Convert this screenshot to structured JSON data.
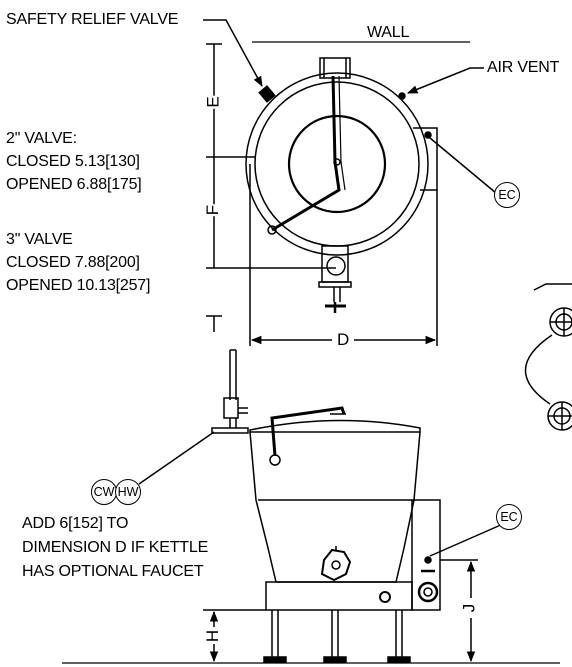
{
  "labels": {
    "safety_relief_valve": "SAFETY RELIEF VALVE",
    "wall": "WALL",
    "air_vent": "AIR VENT",
    "valve2_title": "2\" VALVE:",
    "valve2_closed": "CLOSED 5.13[130]",
    "valve2_opened": "OPENED 6.88[175]",
    "valve3_title": "3\" VALVE",
    "valve3_closed": "CLOSED 7.88[200]",
    "valve3_opened": "OPENED 10.13[257]",
    "faucet_note_1": "ADD 6[152] TO",
    "faucet_note_2": "DIMENSION D IF KETTLE",
    "faucet_note_3": "HAS OPTIONAL FAUCET"
  },
  "dimensions": {
    "e": "E",
    "f": "F",
    "d": "D",
    "h": "H",
    "j": "J"
  },
  "callouts": {
    "ec_top": "EC",
    "ec_side": "EC",
    "cw": "CW",
    "hw": "HW"
  }
}
